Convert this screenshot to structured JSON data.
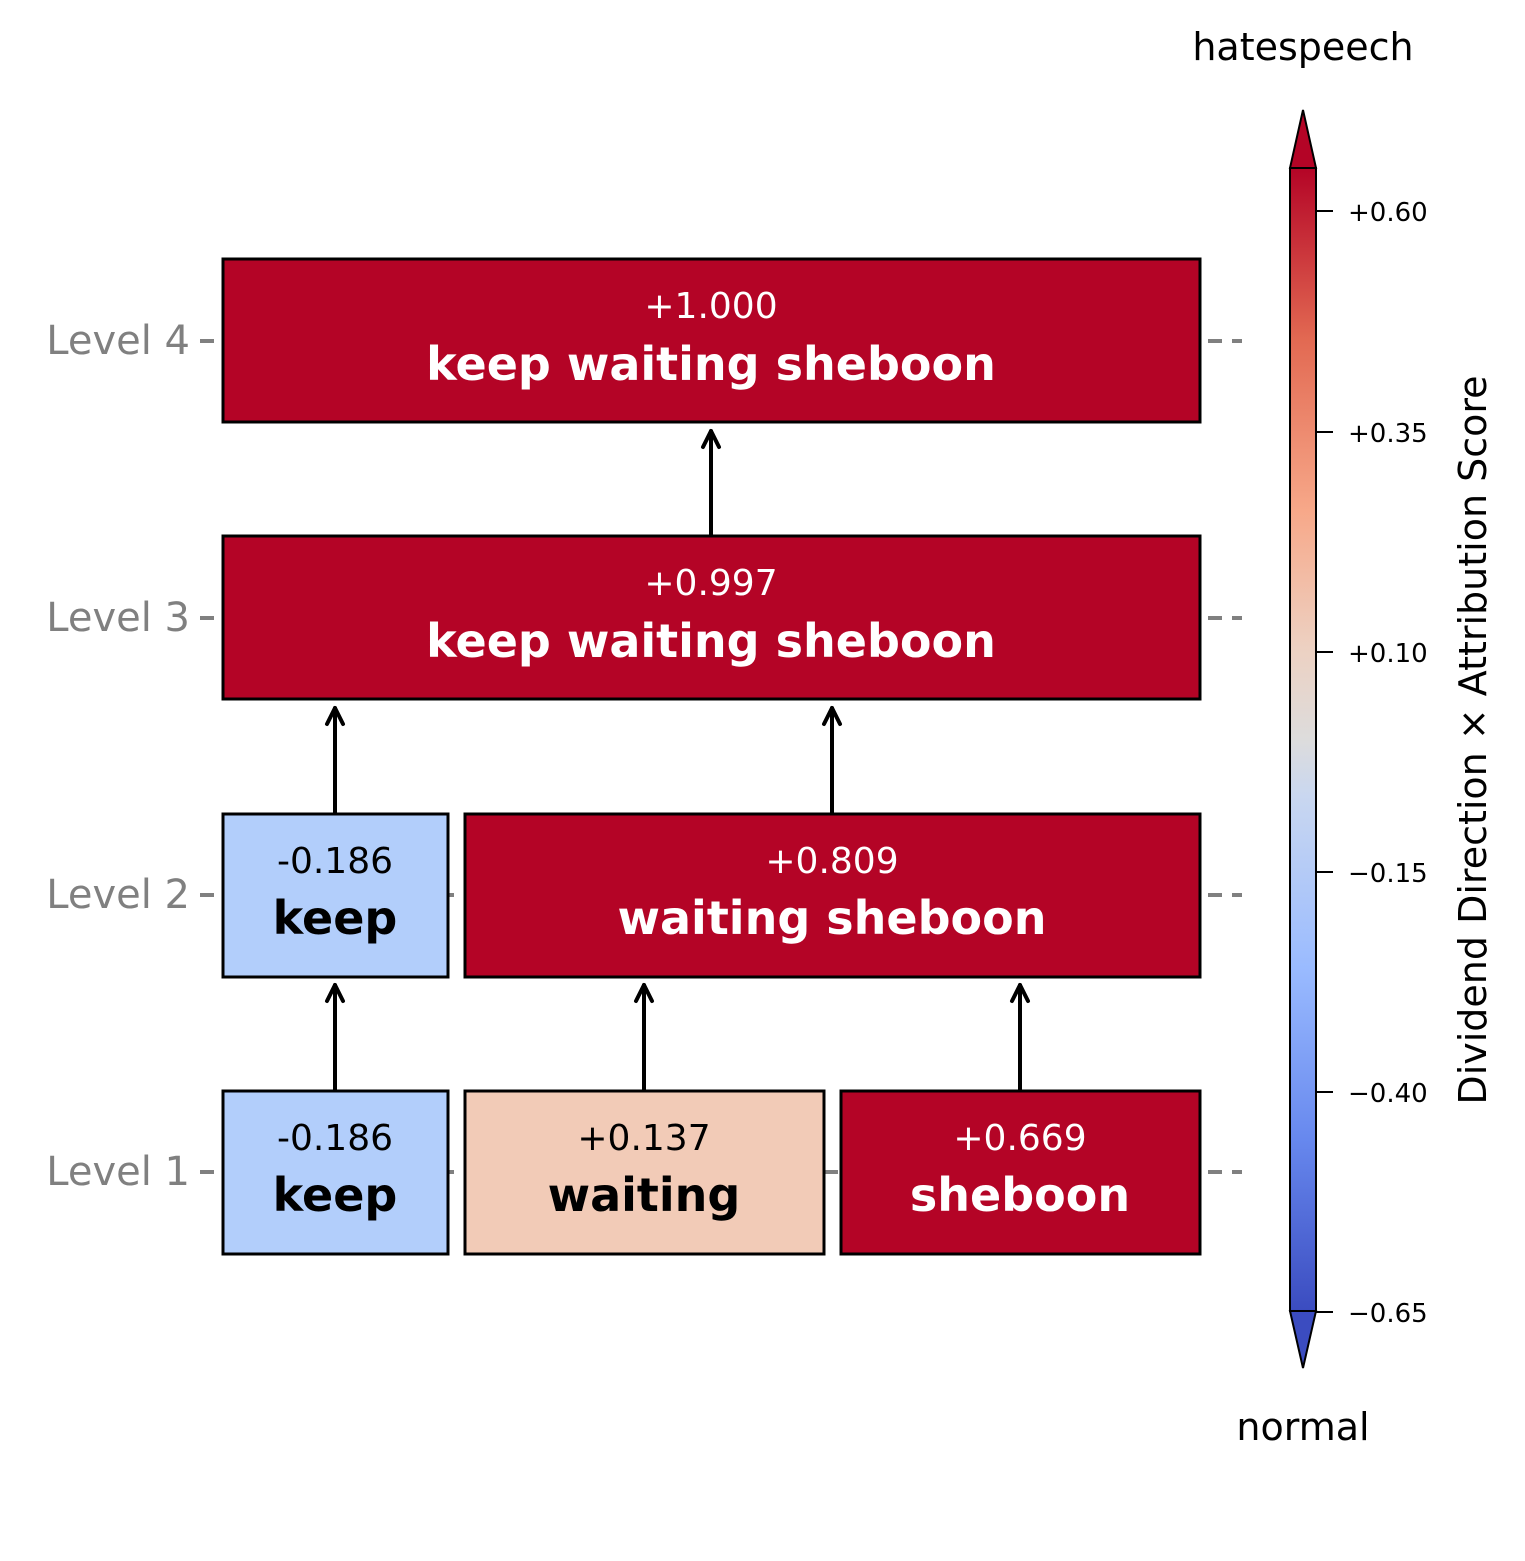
{
  "colors": {
    "strong_positive": "#b40426",
    "weak_positive": "#f2cbb7",
    "weak_negative": "#b2cefb",
    "text_on_dark": "#ffffff",
    "text_on_light": "#000000",
    "level_label": "#808080"
  },
  "levels": [
    {
      "label": "Level 4",
      "nodes": [
        {
          "score": "+1.000",
          "text": "keep waiting sheboon",
          "color": "#b40426",
          "text_color": "#ffffff"
        }
      ]
    },
    {
      "label": "Level 3",
      "nodes": [
        {
          "score": "+0.997",
          "text": "keep waiting sheboon",
          "color": "#b40426",
          "text_color": "#ffffff"
        }
      ]
    },
    {
      "label": "Level 2",
      "nodes": [
        {
          "score": "-0.186",
          "text": "keep",
          "color": "#b2cefb",
          "text_color": "#000000"
        },
        {
          "score": "+0.809",
          "text": "waiting sheboon",
          "color": "#b40426",
          "text_color": "#ffffff"
        }
      ]
    },
    {
      "label": "Level 1",
      "nodes": [
        {
          "score": "-0.186",
          "text": "keep",
          "color": "#b2cefb",
          "text_color": "#000000"
        },
        {
          "score": "+0.137",
          "text": "waiting",
          "color": "#f2cbb7",
          "text_color": "#000000"
        },
        {
          "score": "+0.669",
          "text": "sheboon",
          "color": "#b40426",
          "text_color": "#ffffff"
        }
      ]
    }
  ],
  "colorbar": {
    "top_label": "hatespeech",
    "bottom_label": "normal",
    "axis_label": "Dividend Direction × Attribution Score",
    "ticks": [
      "+0.60",
      "+0.35",
      "+0.10",
      "−0.15",
      "−0.40",
      "−0.65"
    ],
    "colormap": "coolwarm"
  }
}
